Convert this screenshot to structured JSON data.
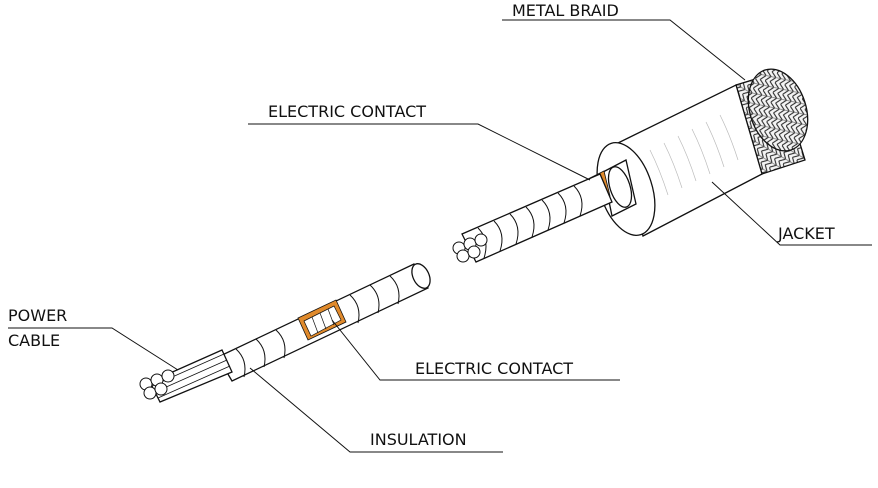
{
  "labels": {
    "metal_braid": "METAL BRAID",
    "electric_contact_top": "ELECTRIC CONTACT",
    "jacket": "JACKET",
    "power_cable_line1": "POWER",
    "power_cable_line2": "CABLE",
    "electric_contact_bottom": "ELECTRIC CONTACT",
    "insulation": "INSULATION"
  },
  "colors": {
    "line": "#111111",
    "background": "#ffffff",
    "contact": "#e08a2c"
  }
}
